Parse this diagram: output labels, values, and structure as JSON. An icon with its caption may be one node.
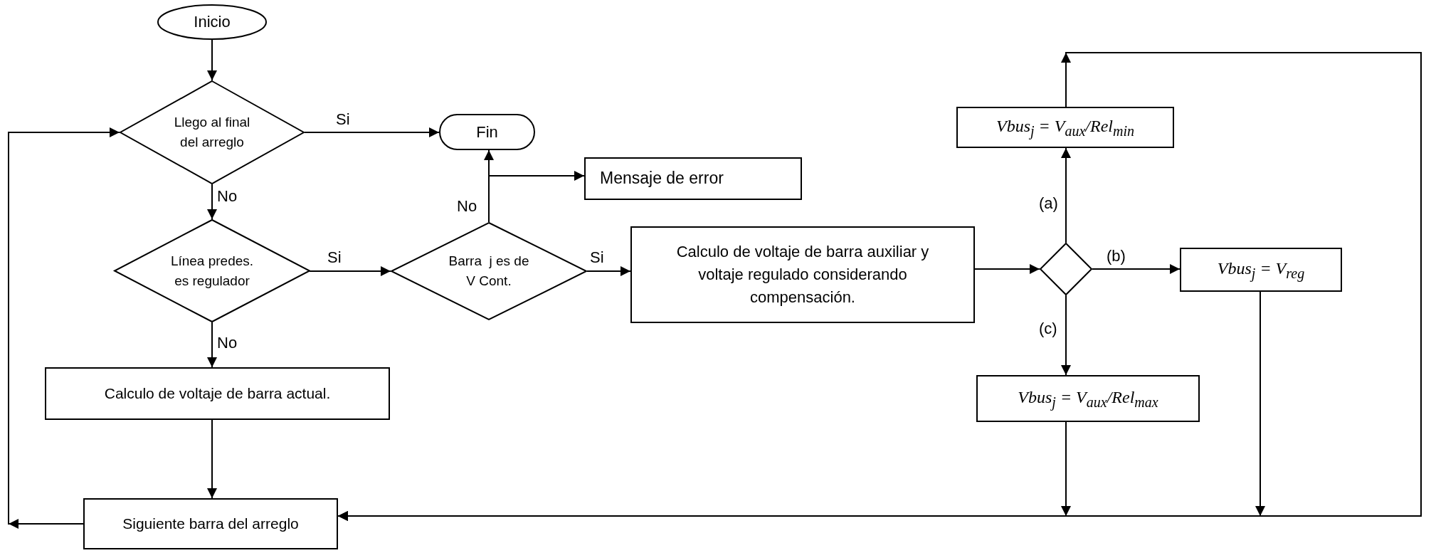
{
  "diagram": {
    "nodes": [
      {
        "text": [
          "Inicio"
        ]
      },
      {
        "text": [
          "Llego al final del arreglo"
        ]
      },
      {
        "text": [
          "Fin"
        ]
      },
      {
        "text": [
          "Mensaje de error"
        ]
      },
      {
        "text": [
          "Línea predes. es regulador"
        ]
      },
      {
        "text": [
          "Barra  j es de V Cont."
        ]
      },
      {
        "text": [
          "Calculo de voltaje de barra auxiliar y voltaje regulado considerando compensación."
        ]
      },
      {
        "text": [],
        "shape": "diamond"
      },
      {
        "text": [
          "Vbus$_{j}$ = V$_{aux}$/Rel$_{min}$"
        ]
      },
      {
        "text": [
          "Vbus$_{j}$ = V$_{reg}$"
        ]
      },
      {
        "text": [
          "Vbus$_{j}$ = V$_{aux}$/Rel$_{max}$"
        ]
      },
      {
        "text": [
          "Calculo de voltaje de barra actual."
        ]
      },
      {
        "text": [
          "Siguiente barra del arreglo"
        ]
      }
    ],
    "edges": [
      {
        "from": 0,
        "to": 1,
        "arrow": "to"
      },
      {
        "from": 1,
        "to": 2,
        "arrow": "to",
        "label": "Si"
      },
      {
        "from": 1,
        "to": 4,
        "arrow": "to",
        "label": "No"
      },
      {
        "from": 4,
        "to": 5,
        "arrow": "to",
        "label": "Si"
      },
      {
        "from": 4,
        "to": 11,
        "arrow": "to",
        "label": "No"
      },
      {
        "from": 5,
        "to": 2,
        "arrow": "to",
        "label": "No"
      },
      {
        "from": 5,
        "to": 3,
        "arrow": "to"
      },
      {
        "from": 5,
        "to": 6,
        "arrow": "to",
        "label": "Si"
      },
      {
        "from": 6,
        "to": 7,
        "arrow": "to"
      },
      {
        "from": 7,
        "to": 8,
        "arrow": "to",
        "label": "(a)"
      },
      {
        "from": 7,
        "to": 9,
        "arrow": "to",
        "label": "(b)"
      },
      {
        "from": 7,
        "to": 10,
        "arrow": "to",
        "label": "(c)"
      },
      {
        "from": 8,
        "to": 12,
        "arrow": "to"
      },
      {
        "from": 9,
        "to": 12,
        "arrow": "to"
      },
      {
        "from": 10,
        "to": 12,
        "arrow": "to"
      },
      {
        "from": 11,
        "to": 12,
        "arrow": "to"
      },
      {
        "from": 12,
        "to": 1,
        "arrow": "to"
      }
    ]
  }
}
